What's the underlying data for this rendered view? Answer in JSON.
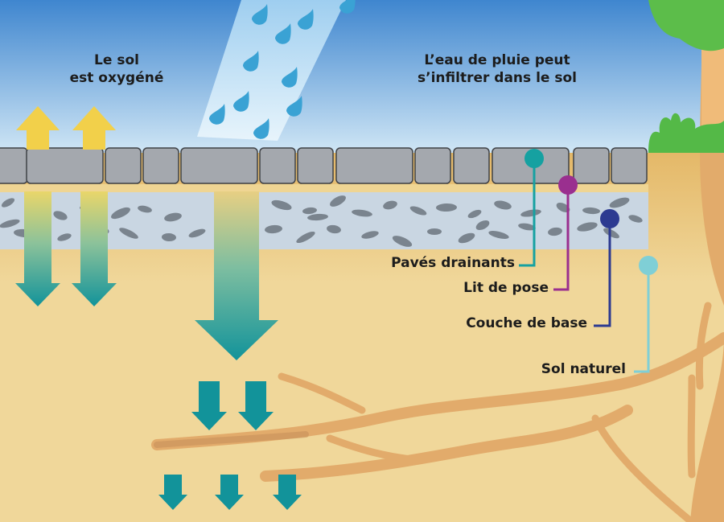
{
  "labels": {
    "oxygen": "Le sol\nest oxygéné",
    "rain": "L’eau de pluie peut\ns’infiltrer dans le sol",
    "pavers": "Pavés drainants",
    "bedding": "Lit de pose",
    "base": "Couche de base",
    "natural": "Sol naturel"
  },
  "colors": {
    "sky_top": "#3f86cf",
    "sky_bottom": "#d7ebf7",
    "soil": "#f0d79a",
    "soil_top": "#e4b868",
    "gravel_layer": "#c9d6e2",
    "paver": "#a4a8ae",
    "teal_arrow": "#12939a",
    "yellow_arrow": "#f2d04a",
    "raindrop": "#3aa2d4",
    "root": "#e2ab6b",
    "grass": "#54b947",
    "tree_foliage": "#5cbd4a",
    "line_pavers": "#16a1a1",
    "line_bedding": "#9a2f8f",
    "line_base": "#2c3a91",
    "line_natural": "#7fcfd6"
  }
}
